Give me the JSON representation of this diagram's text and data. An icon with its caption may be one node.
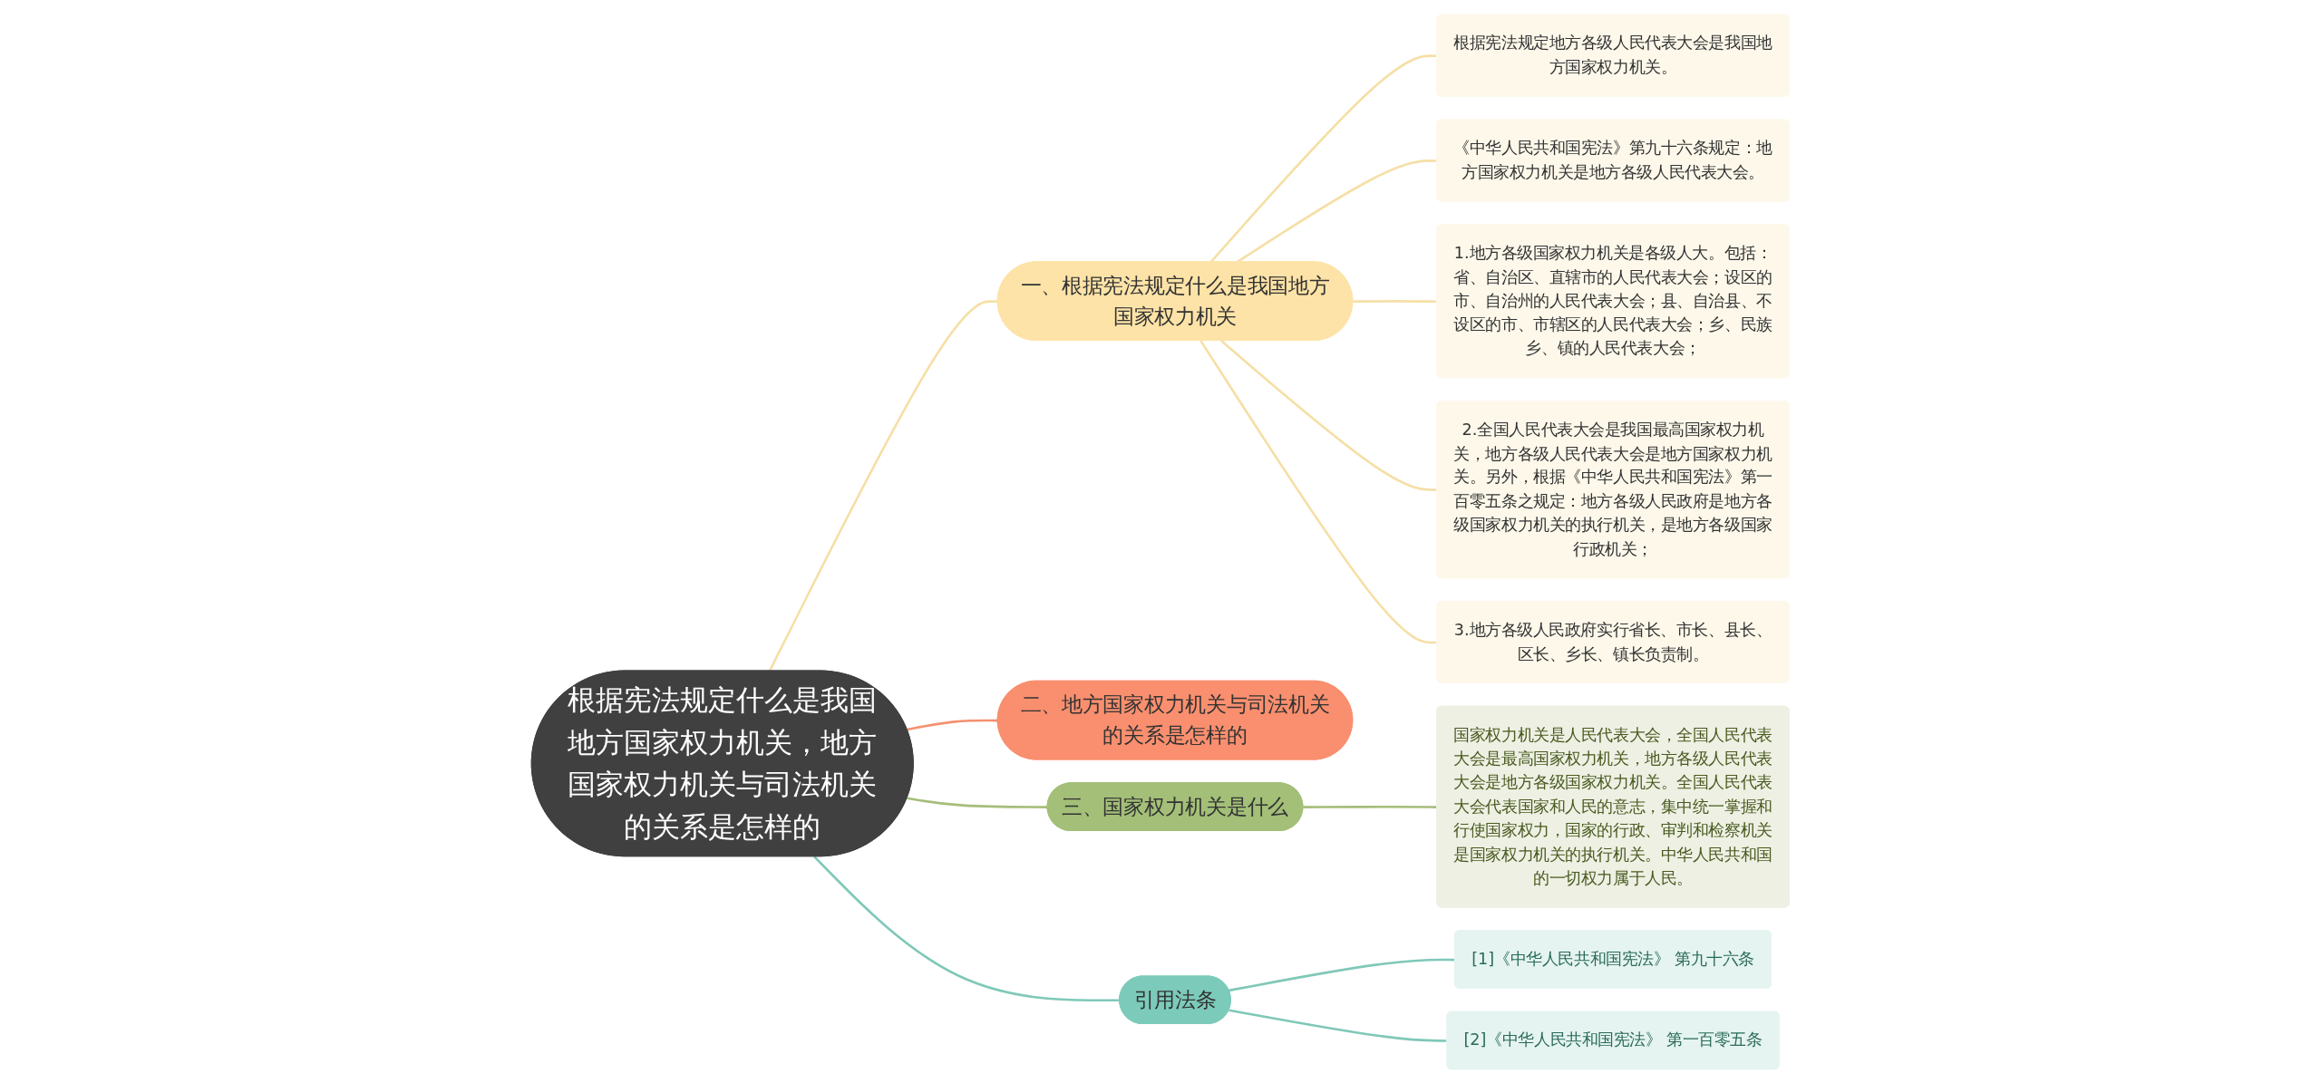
{
  "diagram": {
    "nodes": [
      {
        "text": [
          "根据宪法规定什么是我国地方国家权力机关，地方国家权力机关与司法机关的关系是怎样的"
        ]
      },
      {
        "text": [
          "一、根据宪法规定什么是我国地方国家权力机关"
        ]
      },
      {
        "text": [
          "根据宪法规定地方各级人民代表大会是我国地方国家权力机关。"
        ]
      },
      {
        "text": [
          "《中华人民共和国宪法》第九十六条规定：地方国家权力机关是地方各级人民代表大会。"
        ]
      },
      {
        "text": [
          "1.地方各级国家权力机关是各级人大。包括：省、自治区、直辖市的人民代表大会；设区的市、自治州的人民代表大会；县、自治县、不设区的市、市辖区的人民代表大会；乡、民族乡、镇的人民代表大会；"
        ]
      },
      {
        "text": [
          "2.全国人民代表大会是我国最高国家权力机关，地方各级人民代表大会是地方国家权力机关。另外，根据《中华人民共和国宪法》第一百零五条之规定：地方各级人民政府是地方各级国家权力机关的执行机关，是地方各级国家行政机关；"
        ]
      },
      {
        "text": [
          "3.地方各级人民政府实行省长、市长、县长、区长、乡长、镇长负责制。"
        ]
      },
      {
        "text": [
          "二、地方国家权力机关与司法机关的关系是怎样的"
        ]
      },
      {
        "text": [
          "三、国家权力机关是什么"
        ]
      },
      {
        "text": [
          "国家权力机关是人民代表大会，全国人民代表大会是最高国家权力机关，地方各级人民代表大会是地方各级国家权力机关。全国人民代表大会代表国家和人民的意志，集中统一掌握和行使国家权力，国家的行政、审判和检察机关是国家权力机关的执行机关。中华人民共和国的一切权力属于人民。"
        ]
      },
      {
        "text": [
          "引用法条"
        ]
      },
      {
        "text": [
          "[1]《中华人民共和国宪法》 第九十六条"
        ]
      },
      {
        "text": [
          "[2]《中华人民共和国宪法》 第一百零五条"
        ]
      }
    ],
    "edges": [
      {
        "from": 0,
        "to": 1,
        "arrow": "none"
      },
      {
        "from": 1,
        "to": 2,
        "arrow": "none"
      },
      {
        "from": 1,
        "to": 3,
        "arrow": "none"
      },
      {
        "from": 1,
        "to": 4,
        "arrow": "none"
      },
      {
        "from": 1,
        "to": 5,
        "arrow": "none"
      },
      {
        "from": 1,
        "to": 6,
        "arrow": "none"
      },
      {
        "from": 0,
        "to": 7,
        "arrow": "none",
        "color": "#f4906f"
      },
      {
        "from": 0,
        "to": 8,
        "arrow": "none",
        "color": "#a6bd7a"
      },
      {
        "from": 8,
        "to": 9,
        "arrow": "none",
        "color": "#a6bd7a"
      },
      {
        "from": 0,
        "to": 10,
        "arrow": "none",
        "color": "#7fc8b8"
      },
      {
        "from": 10,
        "to": 11,
        "arrow": "none",
        "color": "#7fc8b8"
      },
      {
        "from": 10,
        "to": 12,
        "arrow": "none",
        "color": "#7fc8b8"
      }
    ]
  }
}
